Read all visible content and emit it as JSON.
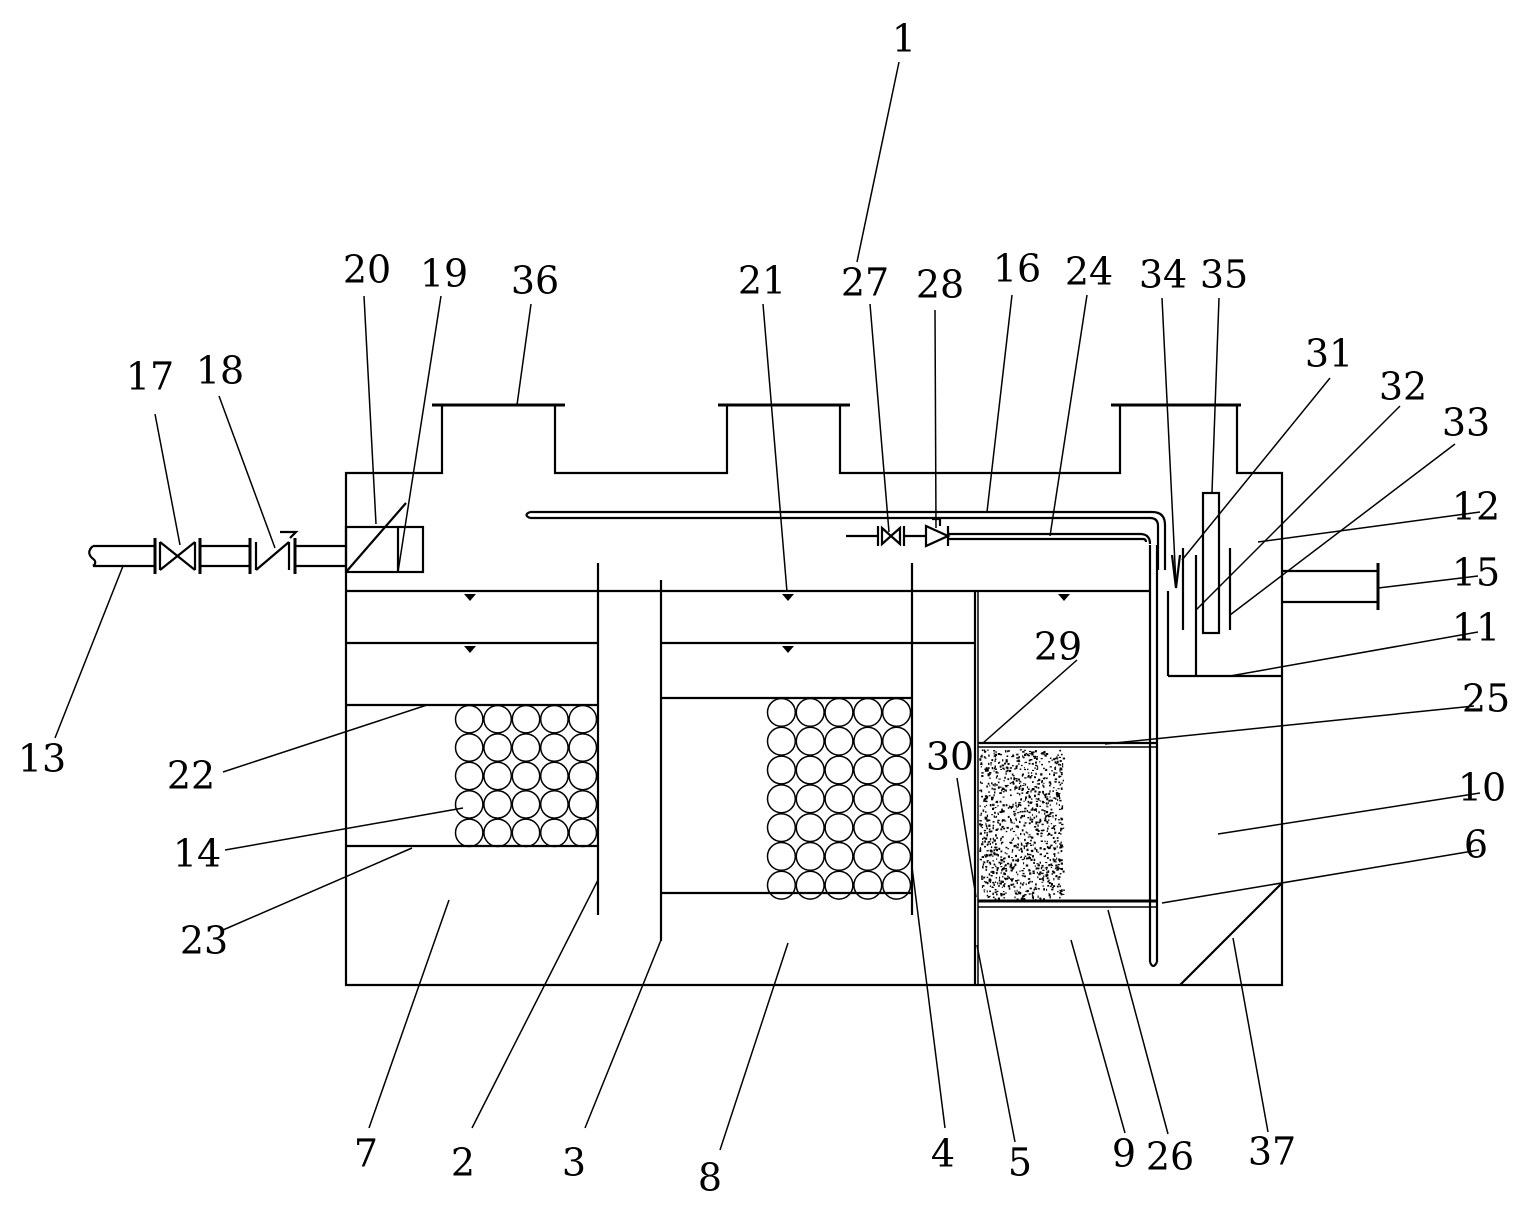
{
  "labels": {
    "n1": "1",
    "n2": "2",
    "n3": "3",
    "n4": "4",
    "n5": "5",
    "n6": "6",
    "n7": "7",
    "n8": "8",
    "n9": "9",
    "n10": "10",
    "n11": "11",
    "n12": "12",
    "n13": "13",
    "n14": "14",
    "n15": "15",
    "n16": "16",
    "n17": "17",
    "n18": "18",
    "n19": "19",
    "n20": "20",
    "n21": "21",
    "n22": "22",
    "n23": "23",
    "n24": "24",
    "n25": "25",
    "n26": "26",
    "n27": "27",
    "n28": "28",
    "n29": "29",
    "n30": "30",
    "n31": "31",
    "n32": "32",
    "n33": "33",
    "n34": "34",
    "n35": "35",
    "n36": "36",
    "n37": "37"
  },
  "colors": {
    "line": "#000000",
    "background": "#ffffff"
  }
}
